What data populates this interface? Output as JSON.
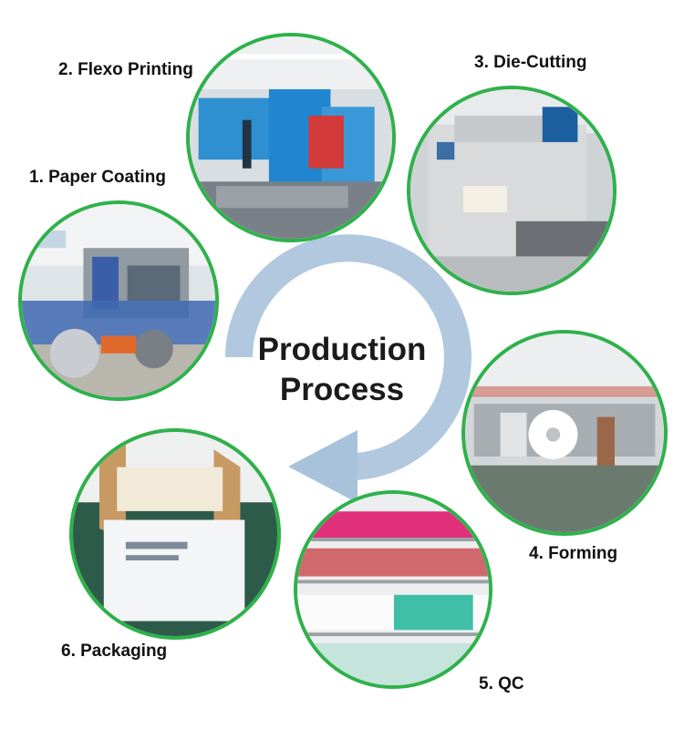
{
  "center": {
    "line1": "Production",
    "line2": "Process"
  },
  "steps": [
    {
      "label": "1. Paper Coating"
    },
    {
      "label": "2. Flexo Printing"
    },
    {
      "label": "3. Die-Cutting"
    },
    {
      "label": "4. Forming"
    },
    {
      "label": "5. QC"
    },
    {
      "label": "6. Packaging"
    }
  ],
  "colors": {
    "circle_border": "#2fb14b",
    "arrow": "#a9c2dc",
    "text": "#111111"
  }
}
